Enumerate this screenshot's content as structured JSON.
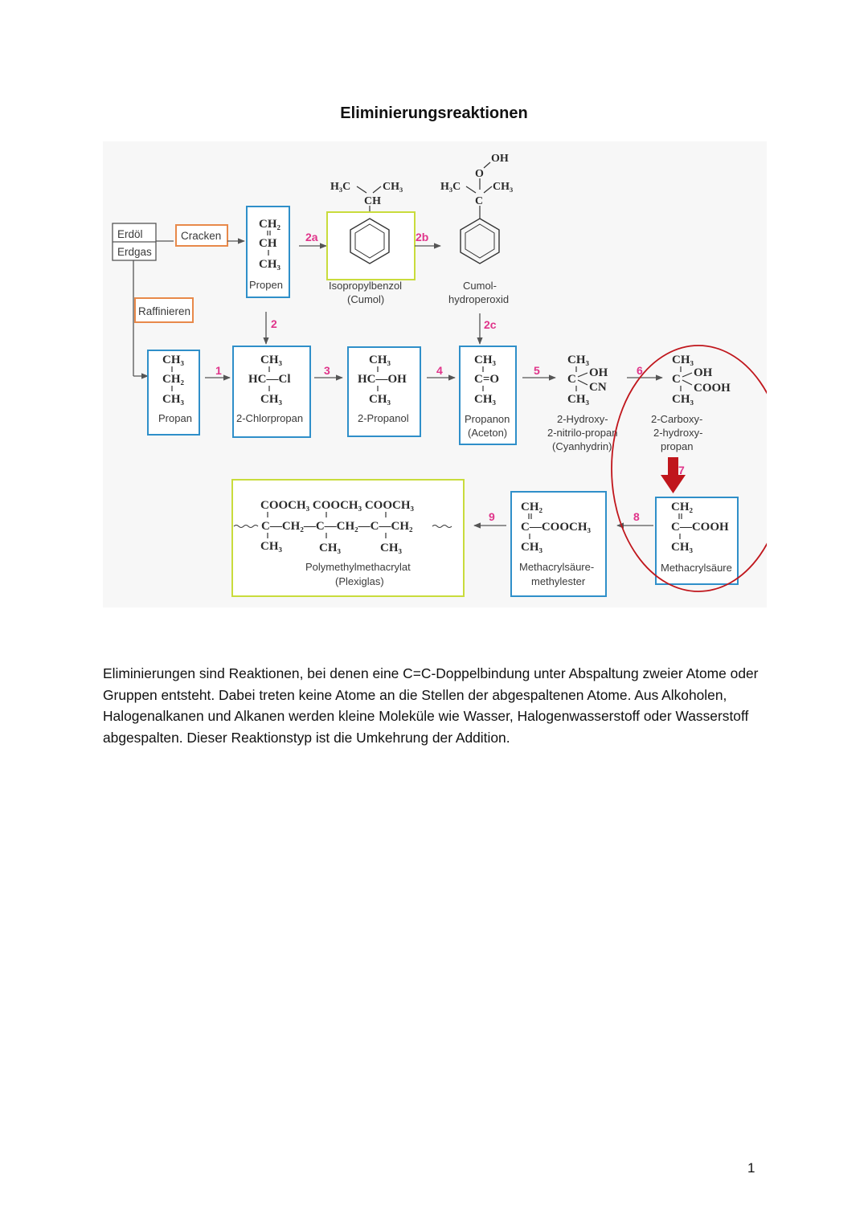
{
  "page": {
    "title": "Eliminierungsreaktionen",
    "paragraph": "Eliminierungen sind Reaktionen, bei denen eine C=C-Doppelbindung unter Abspaltung zweier Atome oder Gruppen entsteht. Dabei treten keine Atome an die Stellen der abgespaltenen Atome. Aus Alkoholen, Halogenalkanen und Alkanen werden kleine Moleküle wie Wasser, Halogenwasserstoff oder Wasserstoff abgespalten. Dieser Reaktionstyp ist die Umkehrung der Addition.",
    "page_number": "1"
  },
  "colors": {
    "box_blue": "#2f8fc9",
    "box_orange": "#e8894a",
    "box_yellow": "#c9dc3c",
    "step_pink": "#e0348a",
    "highlight_red": "#c0161c"
  },
  "figure": {
    "sources": [
      "Erdöl",
      "Erdgas"
    ],
    "process_cracken": "Cracken",
    "process_raffinieren": "Raffinieren",
    "steps": [
      "1",
      "2",
      "2a",
      "2b",
      "2c",
      "3",
      "4",
      "5",
      "6",
      "7",
      "8",
      "9"
    ],
    "compounds": {
      "propen": {
        "formula": [
          "CH₂",
          "CH",
          "CH₃"
        ],
        "name": "Propen"
      },
      "cumol": {
        "formula": [
          "H₃C",
          "CH₃",
          "CH"
        ],
        "name": [
          "Isopropylbenzol",
          "(Cumol)"
        ]
      },
      "cumolhydroperoxid": {
        "formula": [
          "OH",
          "O",
          "H₃C",
          "CH₃",
          "C"
        ],
        "name": [
          "Cumol-",
          "hydroperoxid"
        ]
      },
      "propan": {
        "formula": [
          "CH₃",
          "CH₂",
          "CH₃"
        ],
        "name": "Propan"
      },
      "chlorpropan": {
        "formula": [
          "CH₃",
          "HC—Cl",
          "CH₃"
        ],
        "name": "2-Chlorpropan"
      },
      "propanol": {
        "formula": [
          "CH₃",
          "HC—OH",
          "CH₃"
        ],
        "name": "2-Propanol"
      },
      "propanon": {
        "formula": [
          "CH₃",
          "C=O",
          "CH₃"
        ],
        "name": [
          "Propanon",
          "(Aceton)"
        ]
      },
      "cyanhydrin": {
        "formula": [
          "CH₃",
          "C",
          "OH",
          "CN",
          "CH₃"
        ],
        "name": [
          "2-Hydroxy-",
          "2-nitrilo-propan",
          "(Cyanhydrin)"
        ]
      },
      "carboxy": {
        "formula": [
          "CH₃",
          "C",
          "OH",
          "COOH",
          "CH₃"
        ],
        "name": [
          "2-Carboxy-",
          "2-hydroxy-",
          "propan"
        ]
      },
      "methacrylsaeure": {
        "formula": [
          "CH₂",
          "C—COOH",
          "CH₃"
        ],
        "name": "Methacrylsäure"
      },
      "methylester": {
        "formula": [
          "CH₂",
          "C—COOCH₃",
          "CH₃"
        ],
        "name": [
          "Methacrylsäure-",
          "methylester"
        ]
      },
      "plexiglas": {
        "formula_top": "COOCH₃ COOCH₃ COOCH₃",
        "formula_mid": "C—CH₂—C—CH₂—C—CH₂",
        "formula_bottom": [
          "CH₃",
          "CH₃",
          "CH₃"
        ],
        "name": [
          "Polymethylmethacrylat",
          "(Plexiglas)"
        ]
      }
    }
  }
}
